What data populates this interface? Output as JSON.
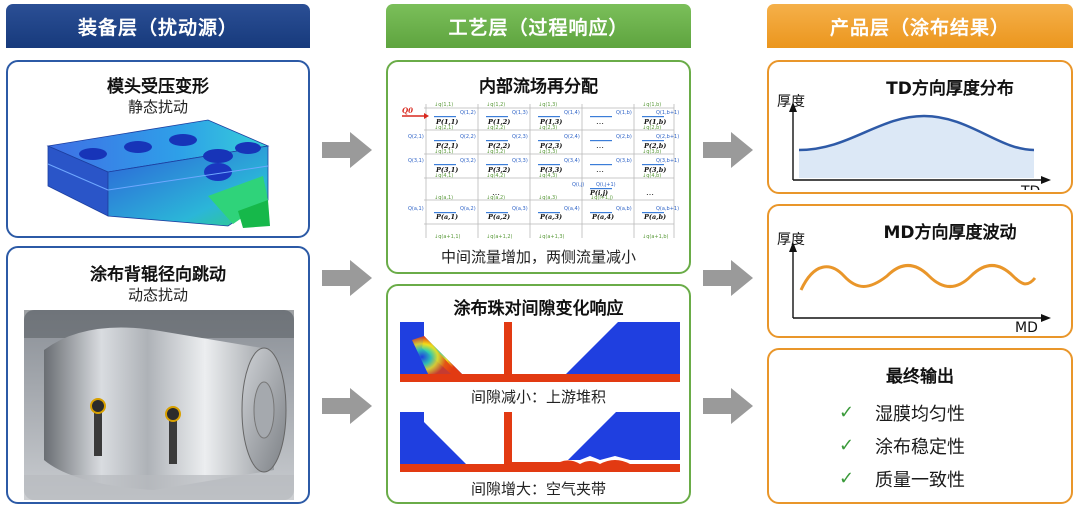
{
  "columns": {
    "equipment": {
      "header": "装备层（扰动源）",
      "panel1": {
        "title": "模头受压变形",
        "subtitle": "静态扰动"
      },
      "panel2": {
        "title": "涂布背辊径向跳动",
        "subtitle": "动态扰动"
      }
    },
    "process": {
      "header": "工艺层（过程响应）",
      "panel1": {
        "title": "内部流场再分配",
        "caption": "中间流量增加，两侧流量减小",
        "grid_labels": {
          "inflow": "Q0",
          "r1": [
            "P(1,1)",
            "P(1,2)",
            "P(1,3)",
            "P(1,b)"
          ],
          "r2": [
            "P(2,1)",
            "P(2,2)",
            "P(2,3)",
            "P(2,b)"
          ],
          "r3": [
            "P(3,1)",
            "P(3,2)",
            "P(3,3)",
            "P(3,b)"
          ],
          "r4": [
            "P(i,j)"
          ],
          "r5": [
            "P(a,1)",
            "P(a,2)",
            "P(a,3)",
            "P(a,4)",
            "P(a,b)"
          ],
          "dots": "…"
        }
      },
      "panel2": {
        "title": "涂布珠对间隙变化响应",
        "caption1": "间隙减小：上游堆积",
        "caption2": "间隙增大：空气夹带"
      }
    },
    "product": {
      "header": "产品层（涂布结果）",
      "panel1": {
        "title": "TD方向厚度分布",
        "y_label": "厚度",
        "x_label": "TD"
      },
      "panel2": {
        "title": "MD方向厚度波动",
        "y_label": "厚度",
        "x_label": "MD"
      },
      "panel3": {
        "title": "最终输出",
        "items": [
          "湿膜均匀性",
          "涂布稳定性",
          "质量一致性"
        ],
        "check_icon": "✓"
      }
    }
  },
  "colors": {
    "blue": "#2c5aa6",
    "green": "#6aac48",
    "orange": "#e9962a",
    "arrow": "#9a9a9a",
    "curve": "#2e5aa7",
    "wave": "#e9962a",
    "cfd_blue": "#1f3fe0",
    "cfd_red": "#e23a12"
  }
}
